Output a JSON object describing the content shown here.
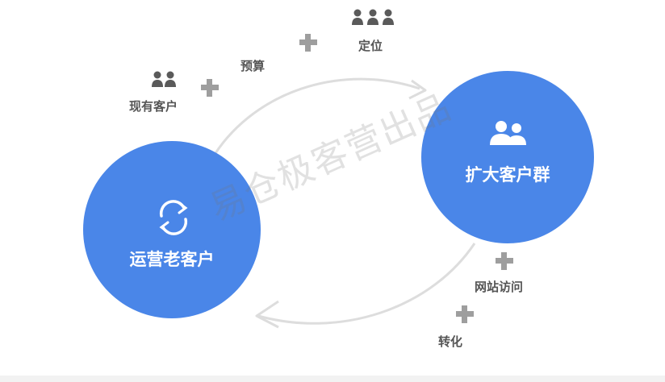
{
  "colors": {
    "circle_fill": "#4A86E8",
    "plus": "#9E9E9E",
    "arc": "#DDDDDD",
    "people_icon": "#5A5A5A",
    "label_text": "#555555"
  },
  "left_circle": {
    "title": "运营老客户",
    "icon": "refresh-icon"
  },
  "right_circle": {
    "title": "扩大客户群",
    "icon": "users-icon"
  },
  "factors_top": [
    "现有客户",
    "预算",
    "定位"
  ],
  "factors_bottom": [
    "网站访问",
    "转化"
  ],
  "watermark": "易仓极客营出品"
}
